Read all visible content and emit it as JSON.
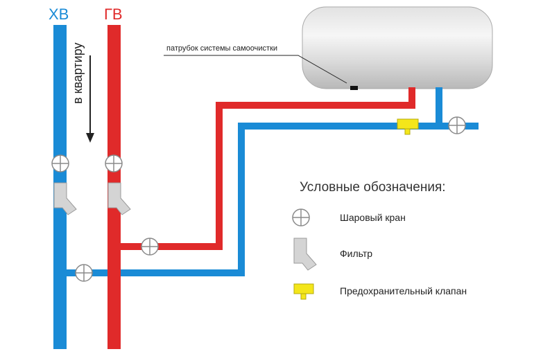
{
  "risers": {
    "cold_label": "ХВ",
    "hot_label": "ГВ"
  },
  "flow_direction_label": "в квартиру",
  "nozzle_label": "патрубок системы самоочистки",
  "legend": {
    "title": "Условные обозначения:",
    "items": [
      {
        "icon": "ball-valve-icon",
        "label": "Шаровый кран"
      },
      {
        "icon": "filter-icon",
        "label": "Фильтр"
      },
      {
        "icon": "safety-valve-icon",
        "label": "Предохранительный клапан"
      }
    ]
  },
  "colors": {
    "cold_pipe": "#1a8bd6",
    "hot_pipe": "#e02a2a",
    "safety_valve": "#f4e61a",
    "valve_fill": "#ffffff",
    "filter_fill": "#d4d4d4"
  }
}
